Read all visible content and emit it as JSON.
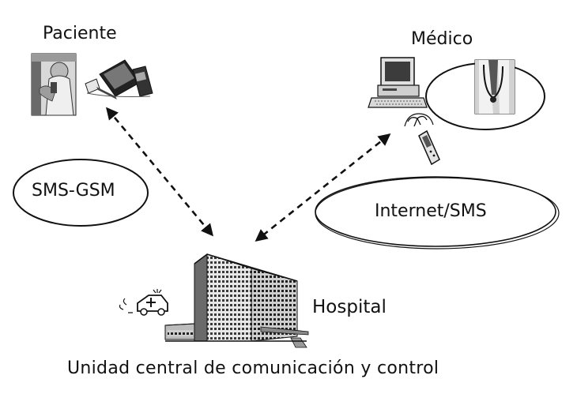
{
  "nodes": {
    "patient_label": "Paciente",
    "doctor_label": "Médico",
    "hospital_label": "Hospital"
  },
  "channels": {
    "patient_channel": "SMS-GSM",
    "doctor_channel": "Internet/SMS"
  },
  "caption": "Unidad central de comunicación y control",
  "colors": {
    "ink": "#111111",
    "background": "#ffffff"
  },
  "icons": [
    "patient-photo-icon",
    "handheld-devices-icon",
    "desktop-computer-icon",
    "doctor-photo-icon",
    "mobile-phone-icon",
    "ambulance-icon",
    "hospital-building-icon"
  ]
}
